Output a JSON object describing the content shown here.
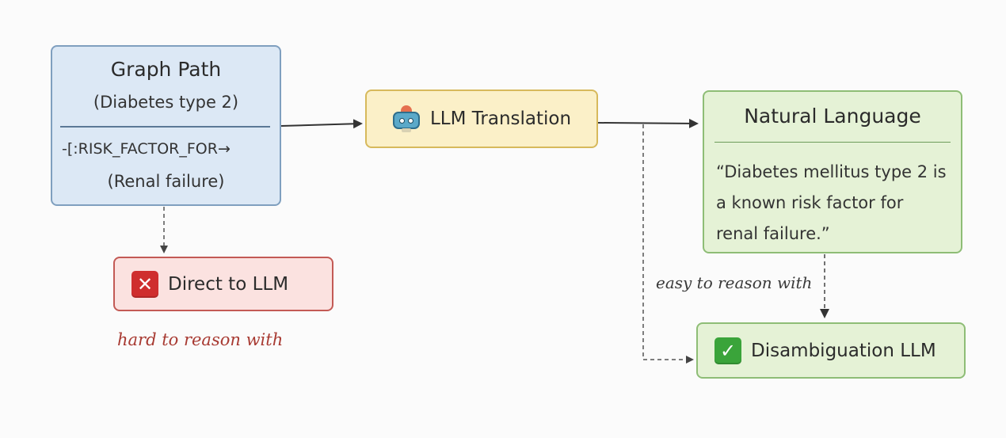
{
  "graph_path": {
    "title": "Graph Path",
    "subject": "(Diabetes type 2)",
    "relation": "-[:RISK_FACTOR_FOR→",
    "object": "(Renal failure)"
  },
  "llm_translation": {
    "label": "LLM Translation",
    "icon": "robot-icon"
  },
  "natural_language": {
    "title": "Natural Language",
    "quote_lines": [
      "“Diabetes mellitus type 2 is",
      "a known risk factor for",
      "renal failure.”"
    ]
  },
  "direct_llm": {
    "label": "Direct to LLM",
    "icon": "cross-mark-icon",
    "note": "hard to reason with"
  },
  "disambiguation_llm": {
    "label": "Disambiguation LLM",
    "icon": "check-mark-icon"
  },
  "easy_note": "easy to reason with",
  "colors": {
    "graph_path_fill": "#dce8f5",
    "translation_fill": "#fbf0c8",
    "natural_language_fill": "#e5f2d6",
    "direct_fill": "#fbe2e0",
    "hard_note": "#a83a32"
  }
}
